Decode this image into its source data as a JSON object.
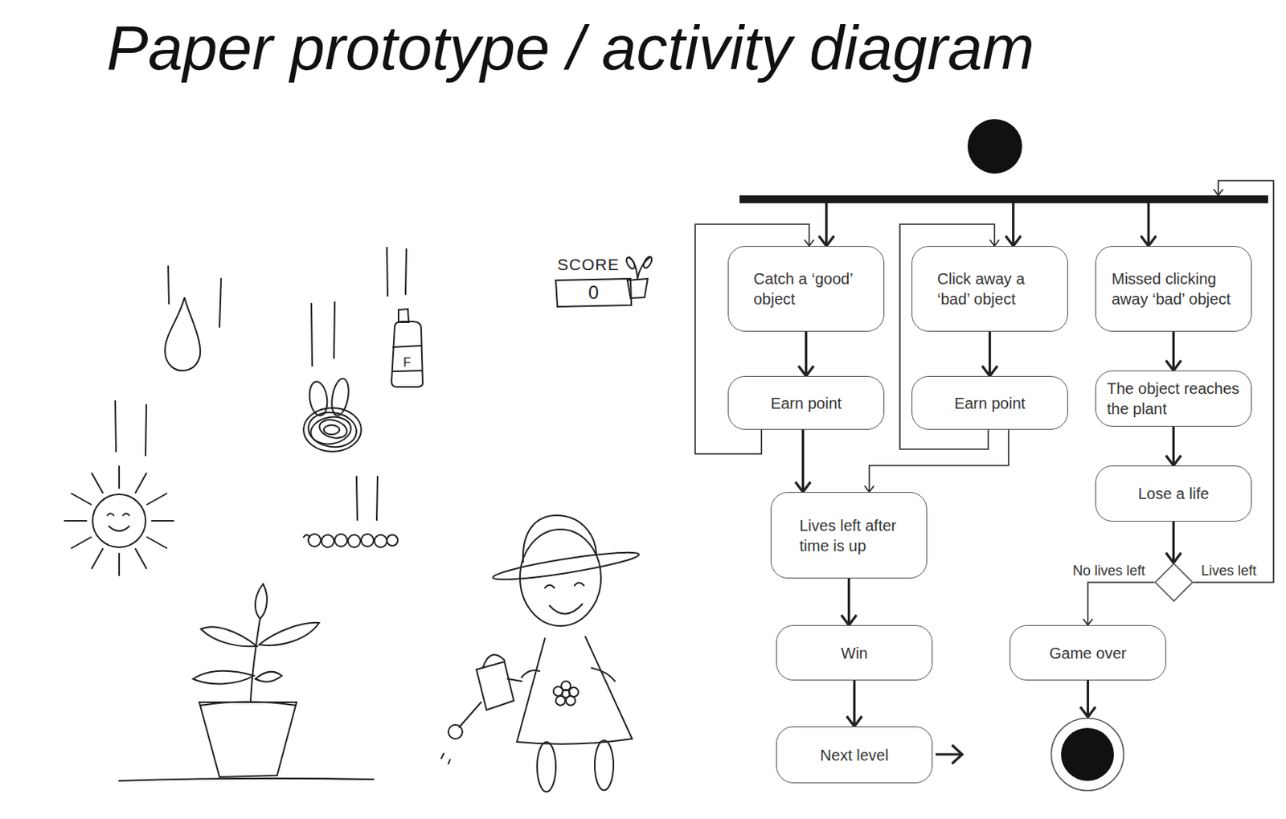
{
  "diagram": {
    "title": "Paper prototype / activity diagram",
    "nodes": [
      {
        "text": []
      },
      {
        "text": []
      },
      {
        "text": [
          "Catch a ‘good’ object"
        ]
      },
      {
        "text": [
          "Click away a ‘bad’ object"
        ]
      },
      {
        "text": [
          "Missed clicking away ‘bad’ object"
        ]
      },
      {
        "text": [
          "Earn point"
        ]
      },
      {
        "text": [
          "Earn point"
        ]
      },
      {
        "text": [
          "The object reaches the plant"
        ]
      },
      {
        "text": [
          "Lives left after time is up"
        ]
      },
      {
        "text": [
          "Lose a life"
        ]
      },
      {
        "text": []
      },
      {
        "text": [
          "Win"
        ]
      },
      {
        "text": [
          "Game over"
        ]
      },
      {
        "text": [
          "Next level"
        ]
      },
      {
        "text": []
      }
    ],
    "edges": [
      {
        "from": 1,
        "to": 2,
        "arrow": "to"
      },
      {
        "from": 1,
        "to": 3,
        "arrow": "to"
      },
      {
        "from": 1,
        "to": 4,
        "arrow": "to"
      },
      {
        "from": 2,
        "to": 5,
        "arrow": "to"
      },
      {
        "from": 5,
        "to": 2,
        "arrow": "to"
      },
      {
        "from": 5,
        "to": 8,
        "arrow": "to"
      },
      {
        "from": 3,
        "to": 6,
        "arrow": "to"
      },
      {
        "from": 6,
        "to": 3,
        "arrow": "to"
      },
      {
        "from": 6,
        "to": 8,
        "arrow": "to"
      },
      {
        "from": 4,
        "to": 7,
        "arrow": "to"
      },
      {
        "from": 7,
        "to": 9,
        "arrow": "to"
      },
      {
        "from": 9,
        "to": 10,
        "arrow": "to"
      },
      {
        "from": 10,
        "to": 12,
        "label": "No lives left",
        "arrow": "to"
      },
      {
        "from": 10,
        "to": 1,
        "label": "Lives left",
        "arrow": "to"
      },
      {
        "from": 8,
        "to": 11,
        "arrow": "to"
      },
      {
        "from": 11,
        "to": 13,
        "arrow": "to"
      },
      {
        "from": 12,
        "to": 14,
        "arrow": "to"
      }
    ],
    "labels": [
      "SCORE",
      "0",
      "F"
    ]
  }
}
